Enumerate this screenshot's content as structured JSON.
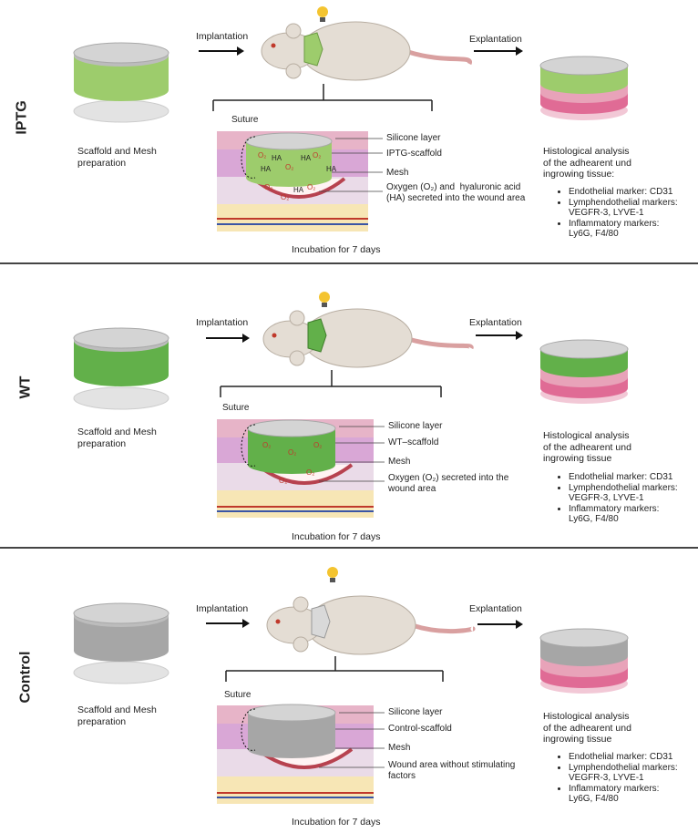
{
  "colors": {
    "iptg_scaffold": "#9dcc6c",
    "wt_scaffold": "#62b04a",
    "control_scaffold": "#a6a6a6",
    "silicone": "#c9c9c9",
    "mouse_body": "#e4ddd4",
    "tail": "#d9a0a0",
    "skin_pink": "#e9b8c5",
    "wound": "#b7424f",
    "oxygen_text": "#c0392b",
    "divider": "#444444"
  },
  "icons": [
    "light-bulb-icon",
    "arrow-right-icon",
    "mouse-icon",
    "scaffold-icon",
    "mesh-icon",
    "tissue-cross-section-icon"
  ],
  "panels": [
    {
      "label": "IPTG",
      "prep_label": "Scaffold and Mesh\npreparation",
      "implantation": "Implantation",
      "explantation": "Explantation",
      "suture": "Suture",
      "silicone": "Silicone layer",
      "scaffold": "IPTG-scaffold",
      "mesh": "Mesh",
      "secretion": "Oxygen (O₂) and  hyaluronic acid\n(HA) secreted into the wound area",
      "incubation": "Incubation for 7 days",
      "histo_title": "Histological analysis\nof the adhearent und\ningrowing tissue:",
      "markers": [
        "Endothelial marker: CD31",
        "Lymphendothelial markers:\nVEGFR-3, LYVE-1",
        "Inflammatory markers:\nLy6G, F4/80"
      ],
      "tissue_labels": [
        "O₂",
        "O₂",
        "O₂",
        "HA",
        "HA",
        "HA",
        "HA",
        "HA",
        "O₂",
        "O₂",
        "O₂"
      ]
    },
    {
      "label": "WT",
      "prep_label": "Scaffold and Mesh\npreparation",
      "implantation": "Implantation",
      "explantation": "Explantation",
      "suture": "Suture",
      "silicone": "Silicone layer",
      "scaffold": "WT–scaffold",
      "mesh": "Mesh",
      "secretion": "Oxygen (O₂) secreted into the\nwound area",
      "incubation": "Incubation for 7 days",
      "histo_title": "Histological analysis\nof the adhearent und\ningrowing tissue",
      "markers": [
        "Endothelial marker: CD31",
        "Lymphendothelial markers:\nVEGFR-3, LYVE-1",
        "Inflammatory markers:\nLy6G, F4/80"
      ],
      "tissue_labels": [
        "O₂",
        "O₂",
        "O₂",
        "O₂",
        "O₂"
      ]
    },
    {
      "label": "Control",
      "prep_label": "Scaffold and Mesh\npreparation",
      "implantation": "Implantation",
      "explantation": "Explantation",
      "suture": "Suture",
      "silicone": "Silicone layer",
      "scaffold": "Control-scaffold",
      "mesh": "Mesh",
      "secretion": "Wound area without stimulating\nfactors",
      "incubation": "Incubation for 7 days",
      "histo_title": "Histological analysis\nof the adhearent und\ningrowing tissue",
      "markers": [
        "Endothelial marker: CD31",
        "Lymphendothelial markers:\nVEGFR-3, LYVE-1",
        "Inflammatory markers:\nLy6G, F4/80"
      ],
      "tissue_labels": []
    }
  ]
}
